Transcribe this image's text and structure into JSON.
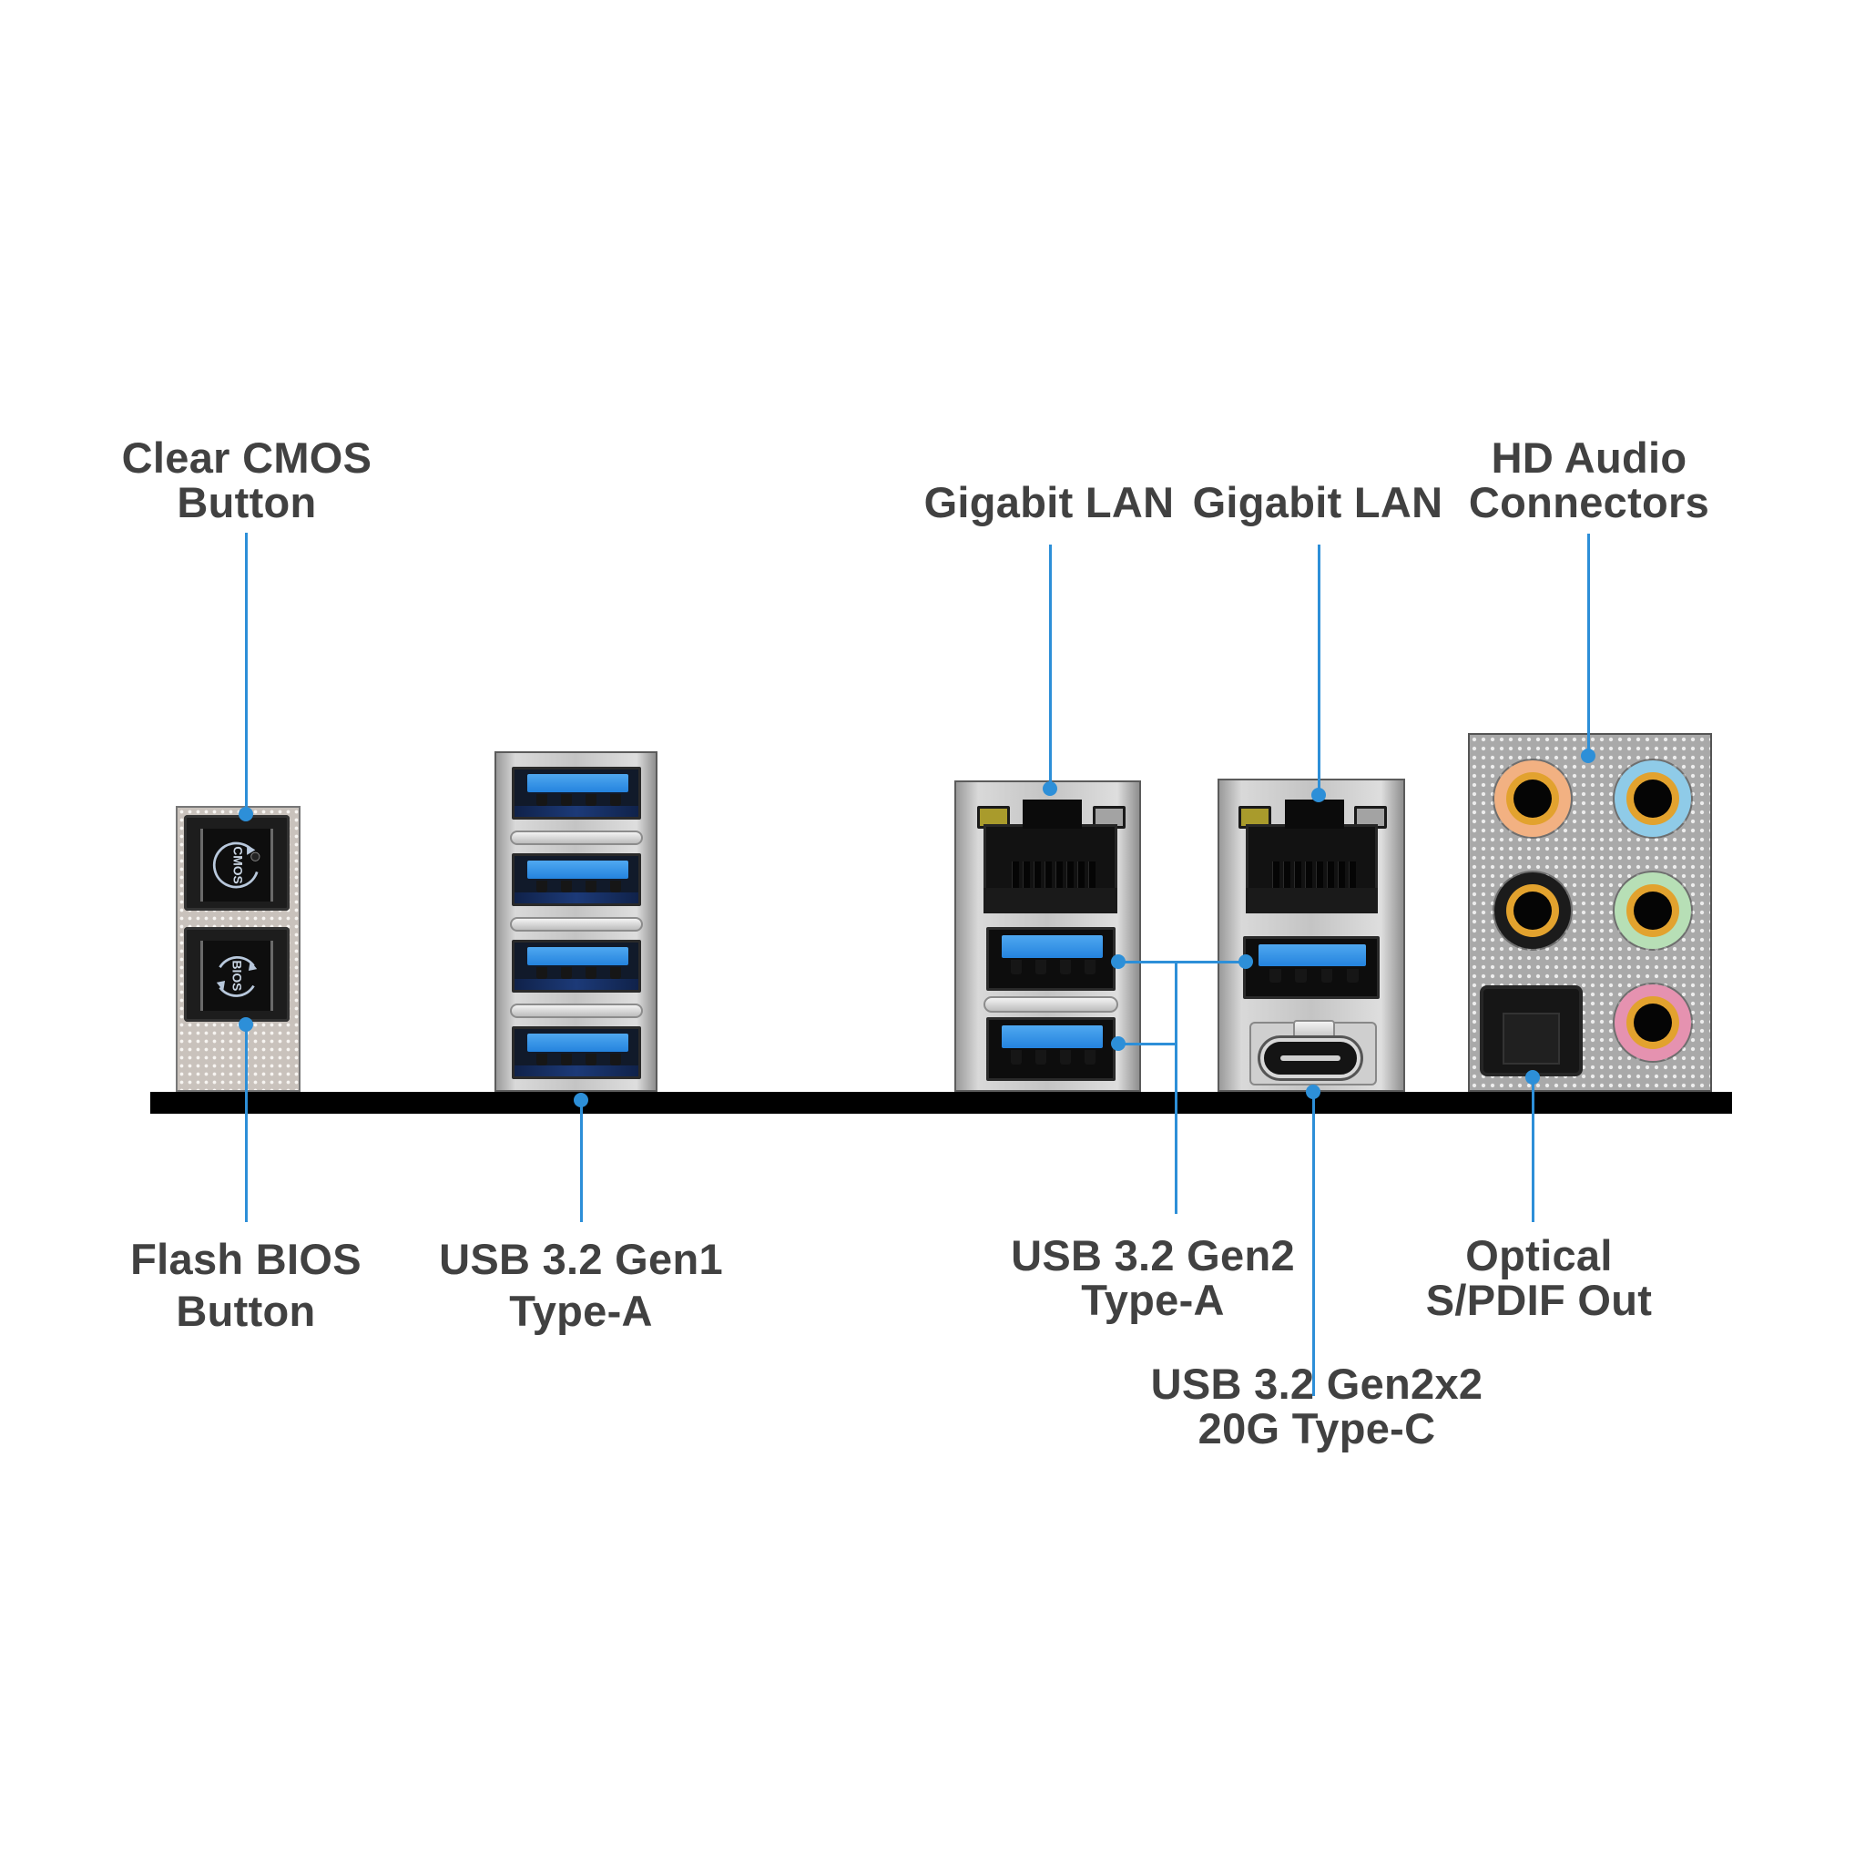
{
  "title": "Rear I/O Panel Diagram",
  "colors": {
    "callout_line": "#2d8fd8",
    "label_text": "#414141",
    "base_bar": "#000000",
    "usb_blue": "#2f8fe4",
    "jack_orange": "#f2b182",
    "jack_blue": "#8fcbe8",
    "jack_black": "#1b1b1b",
    "jack_green": "#b7dfb6",
    "jack_pink": "#e592b0",
    "led_yellow": "#a99b2c",
    "led_gray": "#a3a3a3"
  },
  "labels": {
    "clear_cmos": {
      "line1": "Clear CMOS",
      "line2": "Button"
    },
    "flash_bios": {
      "line1": "Flash BIOS",
      "line2": "Button"
    },
    "usb_gen1": {
      "line1": "USB 3.2 Gen1",
      "line2": "Type-A"
    },
    "lan1": {
      "line1": "Gigabit LAN"
    },
    "lan2": {
      "line1": "Gigabit LAN"
    },
    "hd_audio": {
      "line1": "HD Audio",
      "line2": "Connectors"
    },
    "usb_gen2": {
      "line1": "USB 3.2 Gen2",
      "line2": "Type-A"
    },
    "usb_gen2x2": {
      "line1": "USB 3.2 Gen2x2",
      "line2": "20G Type-C"
    },
    "optical": {
      "line1": "Optical",
      "line2": "S/PDIF Out"
    }
  },
  "buttons": {
    "cmos_glyph": "CMOS",
    "bios_glyph": "BIOS"
  },
  "ports": {
    "usb_gen1_count": 4,
    "usb_gen2_count": 3,
    "lan_count": 2,
    "typec_count": 1,
    "audio_jacks": [
      "orange",
      "blue",
      "black",
      "green",
      "pink"
    ],
    "optical_count": 1
  }
}
